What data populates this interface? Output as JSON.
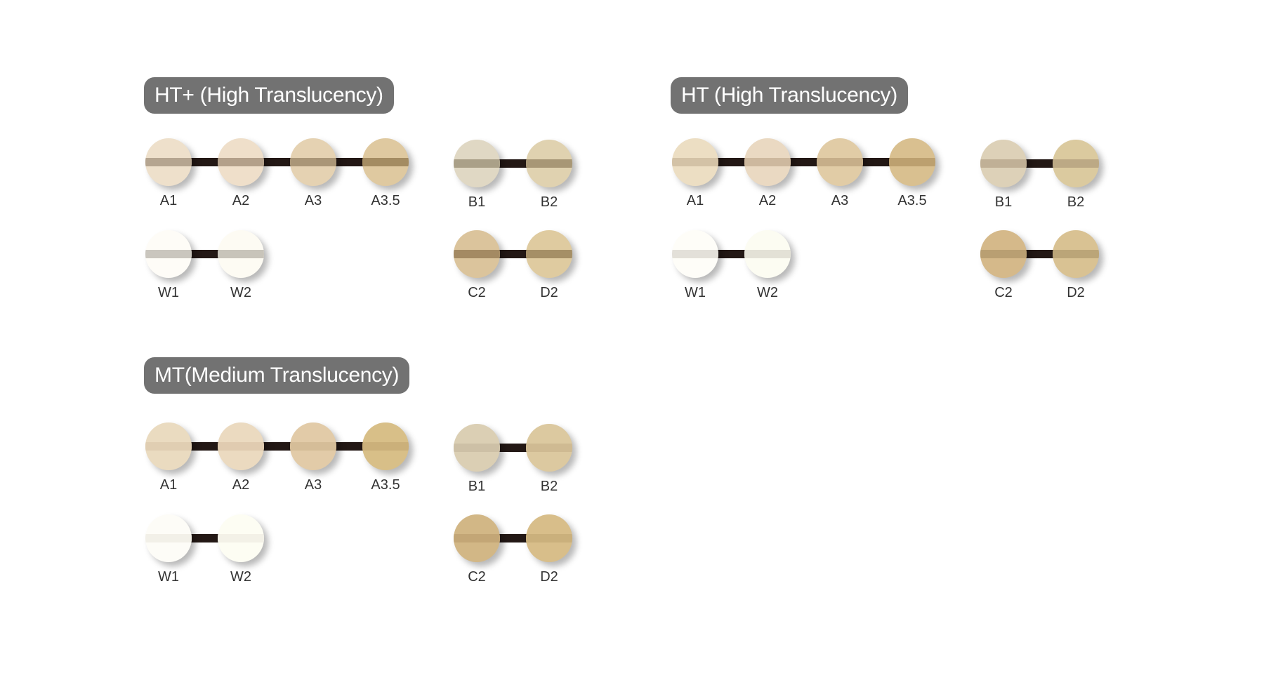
{
  "sections": [
    {
      "title": "HT+ (High Translucency)",
      "groups": [
        {
          "shades": [
            {
              "label": "A1",
              "color": "#eee0cb",
              "stripe": "#b5a590"
            },
            {
              "label": "A2",
              "color": "#efdfca",
              "stripe": "#b3a08a"
            },
            {
              "label": "A3",
              "color": "#e5d2b2",
              "stripe": "#aa9677"
            },
            {
              "label": "A3.5",
              "color": "#dfc9a0",
              "stripe": "#a48c62"
            }
          ]
        },
        {
          "shades": [
            {
              "label": "B1",
              "color": "#e0d8c4",
              "stripe": "#aaa088"
            },
            {
              "label": "B2",
              "color": "#e0d2b0",
              "stripe": "#a89776"
            }
          ]
        },
        {
          "shades": [
            {
              "label": "W1",
              "color": "#fefcf7",
              "stripe": "#cac6be"
            },
            {
              "label": "W2",
              "color": "#fdfbf3",
              "stripe": "#c8c4ba"
            }
          ]
        },
        {
          "shades": [
            {
              "label": "C2",
              "color": "#dbc49c",
              "stripe": "#a48a63"
            },
            {
              "label": "D2",
              "color": "#dfcba0",
              "stripe": "#a58f66"
            }
          ]
        }
      ]
    },
    {
      "title": "HT (High Translucency)",
      "groups": [
        {
          "shades": [
            {
              "label": "A1",
              "color": "#ecdec3",
              "stripe": "#d3c2a6"
            },
            {
              "label": "A2",
              "color": "#ead9c2",
              "stripe": "#cdb89e"
            },
            {
              "label": "A3",
              "color": "#e1cca6",
              "stripe": "#c6ae89"
            },
            {
              "label": "A3.5",
              "color": "#d9c090",
              "stripe": "#bca06f"
            }
          ]
        },
        {
          "shades": [
            {
              "label": "B1",
              "color": "#ddd1b8",
              "stripe": "#c0b096"
            },
            {
              "label": "B2",
              "color": "#dbca9f",
              "stripe": "#bca985"
            }
          ]
        },
        {
          "shades": [
            {
              "label": "W1",
              "color": "#fefdf8",
              "stripe": "#e3e0d9"
            },
            {
              "label": "W2",
              "color": "#fcfcf2",
              "stripe": "#e3e1d6"
            }
          ]
        },
        {
          "shades": [
            {
              "label": "C2",
              "color": "#d5b98a",
              "stripe": "#b99f72"
            },
            {
              "label": "D2",
              "color": "#d9c293",
              "stripe": "#bba578"
            }
          ]
        }
      ]
    },
    {
      "title": "MT(Medium Translucency)",
      "groups": [
        {
          "shades": [
            {
              "label": "A1",
              "color": "#eadbc0",
              "stripe": "#e0ceb2"
            },
            {
              "label": "A2",
              "color": "#ebdac0",
              "stripe": "#e0cbb0"
            },
            {
              "label": "A3",
              "color": "#e2cba8",
              "stripe": "#d5bd98"
            },
            {
              "label": "A3.5",
              "color": "#d8bf88",
              "stripe": "#cbb07a"
            }
          ]
        },
        {
          "shades": [
            {
              "label": "B1",
              "color": "#dbcfb4",
              "stripe": "#cdc0a6"
            },
            {
              "label": "B2",
              "color": "#dcc9a0",
              "stripe": "#cfba92"
            }
          ]
        },
        {
          "shades": [
            {
              "label": "W1",
              "color": "#fdfcf7",
              "stripe": "#f2f0e8"
            },
            {
              "label": "W2",
              "color": "#fdfdf3",
              "stripe": "#f3f1e7"
            }
          ]
        },
        {
          "shades": [
            {
              "label": "C2",
              "color": "#d2b786",
              "stripe": "#c3a676"
            },
            {
              "label": "D2",
              "color": "#d8be8a",
              "stripe": "#cab07c"
            }
          ]
        }
      ]
    }
  ]
}
